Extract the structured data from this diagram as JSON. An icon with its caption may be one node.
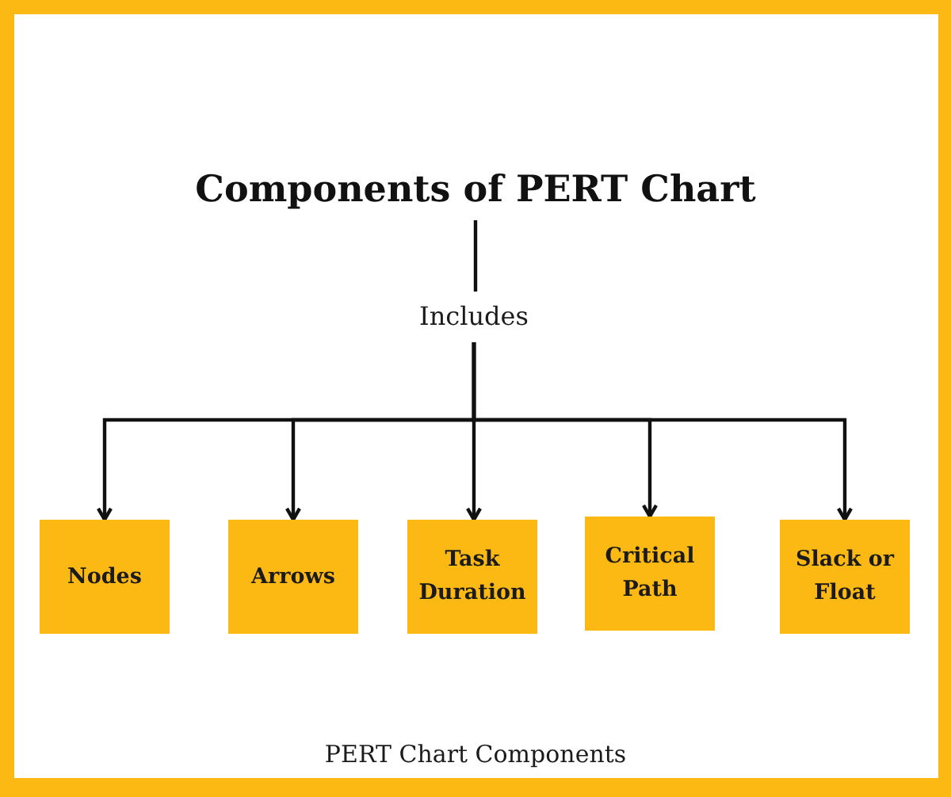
{
  "diagram": {
    "nodes": [
      {
        "text": [
          "Components of PERT Chart"
        ]
      },
      {
        "text": [
          "Includes"
        ]
      },
      {
        "text": [
          "Nodes"
        ]
      },
      {
        "text": [
          "Arrows"
        ]
      },
      {
        "text": [
          "Task Duration"
        ]
      },
      {
        "text": [
          "Critical Path"
        ]
      },
      {
        "text": [
          "Slack or Float"
        ]
      }
    ],
    "edges": [
      {
        "from": 0,
        "to": 1,
        "arrow": "none"
      },
      {
        "from": 1,
        "to": 2,
        "arrow": "to"
      },
      {
        "from": 1,
        "to": 3,
        "arrow": "to"
      },
      {
        "from": 1,
        "to": 4,
        "arrow": "to"
      },
      {
        "from": 1,
        "to": 5,
        "arrow": "to"
      },
      {
        "from": 1,
        "to": 6,
        "arrow": "to"
      }
    ],
    "caption": "PERT Chart Components"
  }
}
